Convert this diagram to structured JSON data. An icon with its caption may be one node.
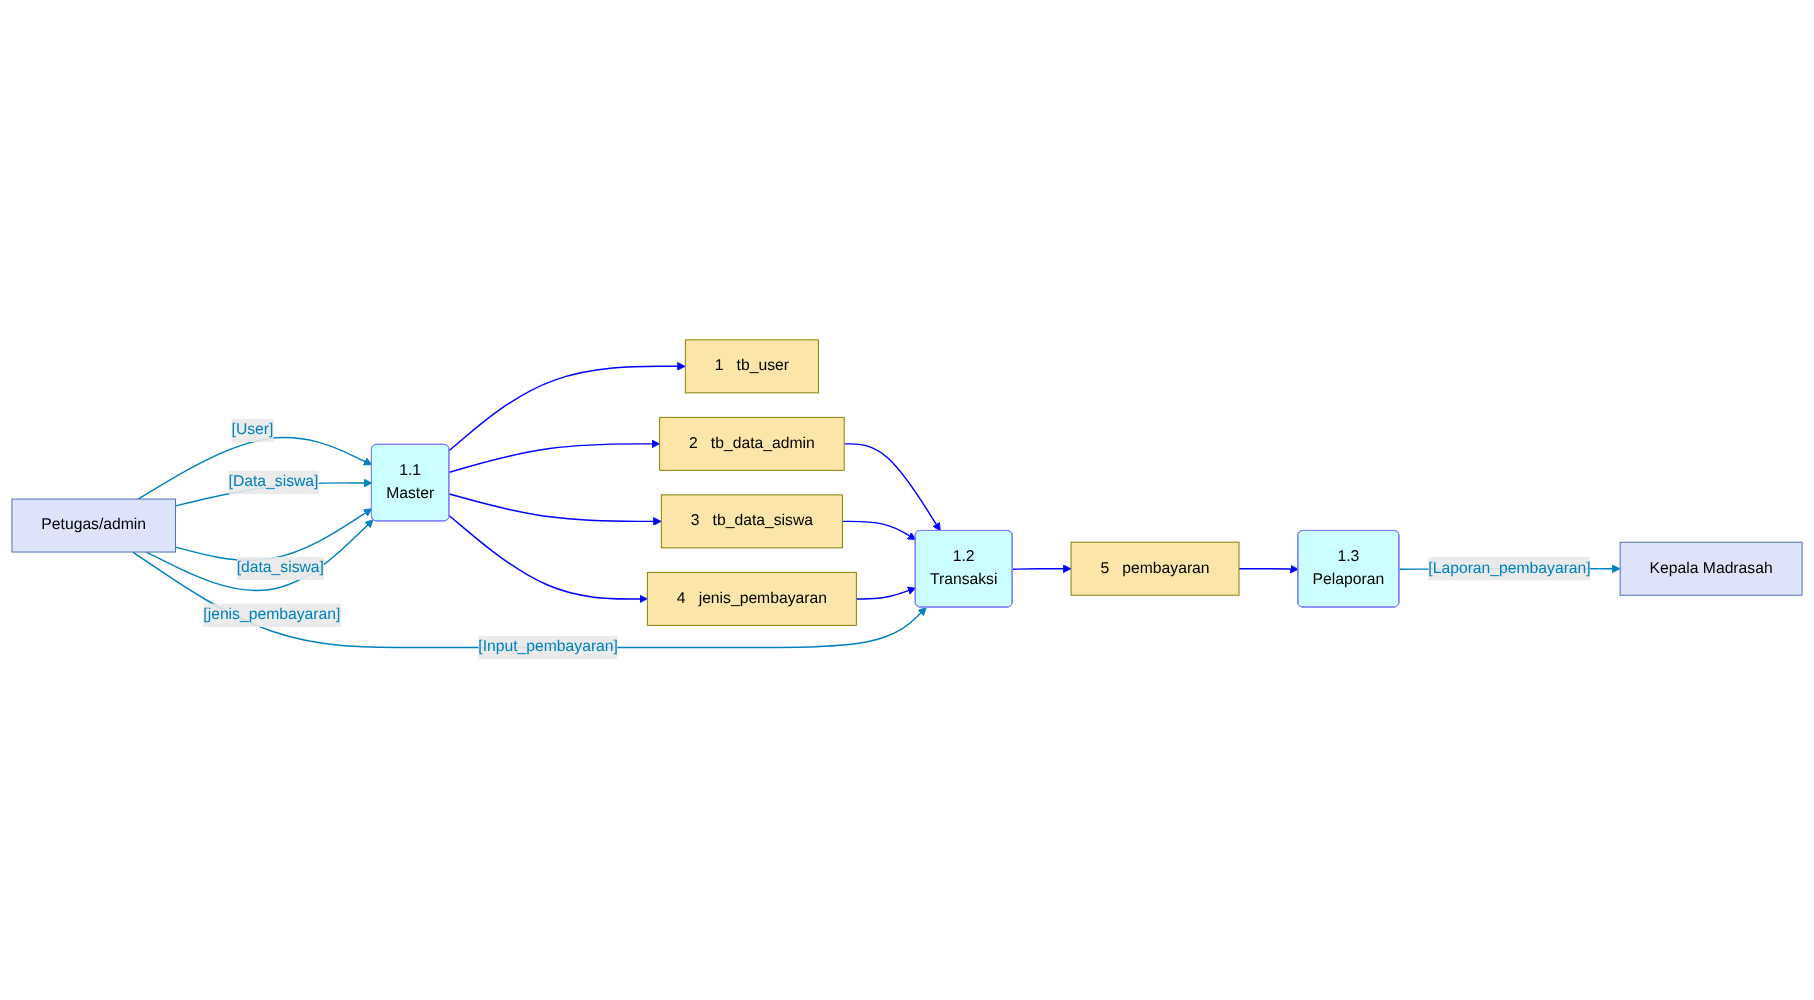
{
  "diagram": {
    "nodes": [
      {
        "text": [
          "Petugas/admin"
        ]
      },
      {
        "text": [
          "1.1",
          "Master"
        ]
      },
      {
        "text": [
          "1",
          "tb_user"
        ]
      },
      {
        "text": [
          "2",
          "tb_data_admin"
        ]
      },
      {
        "text": [
          "3",
          "tb_data_siswa"
        ]
      },
      {
        "text": [
          "4",
          "jenis_pembayaran"
        ]
      },
      {
        "text": [
          "1.2",
          "Transaksi"
        ]
      },
      {
        "text": [
          "5",
          "pembayaran"
        ]
      },
      {
        "text": [
          "Kepala Madrasah"
        ]
      },
      {
        "text": [
          "1.3",
          "Pelaporan"
        ]
      }
    ],
    "edges": [
      {
        "from": 0,
        "to": 1,
        "arrow": "to",
        "label": "[User]",
        "color": "#0080c0"
      },
      {
        "from": 0,
        "to": 1,
        "arrow": "to",
        "label": "[Data_siswa]",
        "color": "#0080c0"
      },
      {
        "from": 0,
        "to": 1,
        "arrow": "to",
        "label": "[data_siswa]",
        "color": "#0080c0"
      },
      {
        "from": 0,
        "to": 1,
        "arrow": "to",
        "label": "[jenis_pembayaran]",
        "color": "#0080c0"
      },
      {
        "from": 1,
        "to": 2,
        "arrow": "to"
      },
      {
        "from": 1,
        "to": 3,
        "arrow": "to"
      },
      {
        "from": 1,
        "to": 4,
        "arrow": "to"
      },
      {
        "from": 1,
        "to": 5,
        "arrow": "to"
      },
      {
        "from": 0,
        "to": 6,
        "arrow": "to",
        "label": "[Input_pembayaran]",
        "color": "#0080c0"
      },
      {
        "from": 3,
        "to": 6,
        "arrow": "to"
      },
      {
        "from": 4,
        "to": 6,
        "arrow": "to"
      },
      {
        "from": 5,
        "to": 6,
        "arrow": "to"
      },
      {
        "from": 6,
        "to": 7,
        "arrow": "to"
      },
      {
        "from": 7,
        "to": 9,
        "arrow": "to"
      },
      {
        "from": 9,
        "to": 8,
        "arrow": "to",
        "label": "[Laporan_pembayaran]",
        "color": "#0080c0"
      }
    ]
  }
}
